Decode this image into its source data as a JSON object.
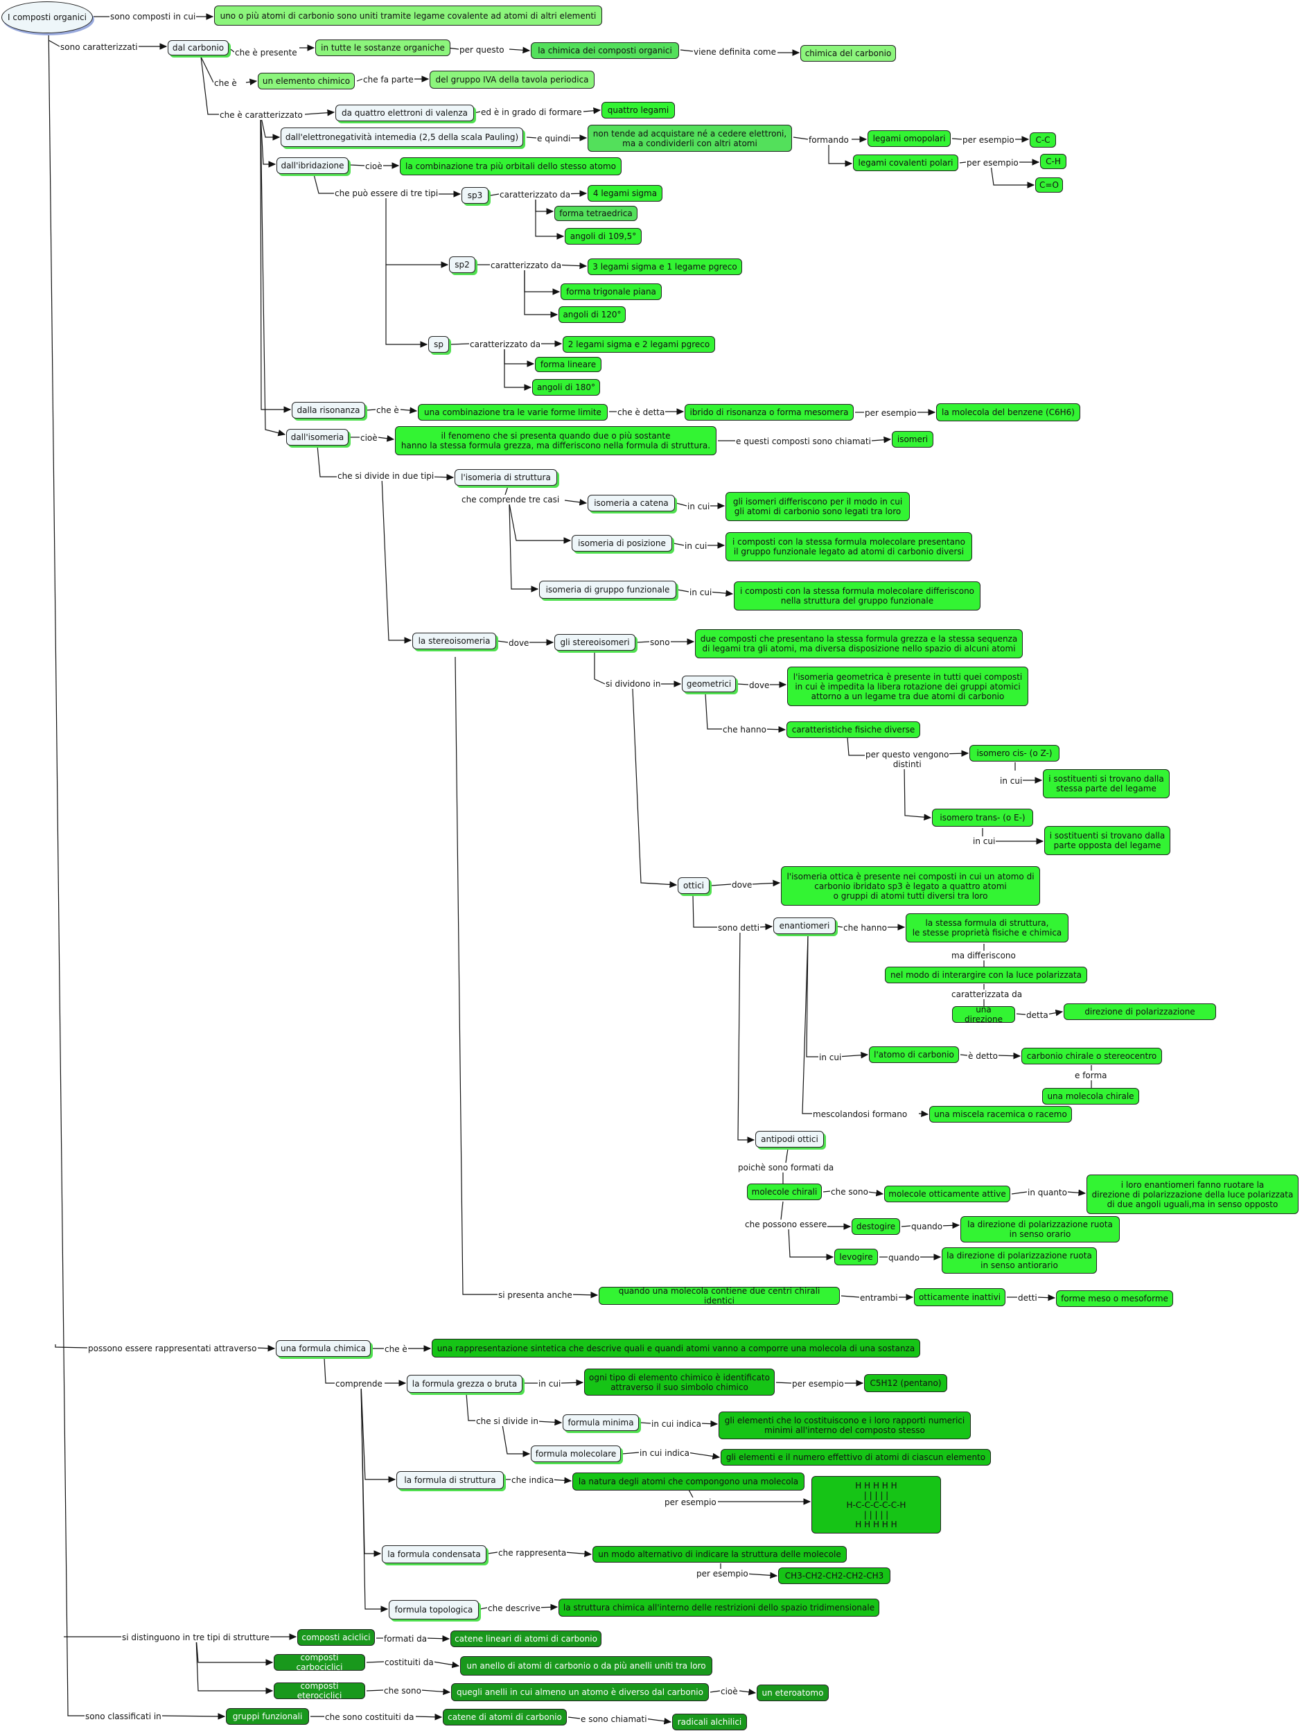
{
  "root": "I composti organici",
  "edges": {
    "e_sono_composti": "sono composti in cui",
    "e_sono_caratterizzati": "sono caratterizzati",
    "e_che_e_presente": "che è presente",
    "e_per_questo": "per questo",
    "e_viene_definita": "viene definita come",
    "e_che_e": "che è",
    "e_che_fa_parte": "che fa parte",
    "e_che_e_caratterizzato": "che è caratterizzato",
    "e_ed_e_in_grado": "ed è in grado di formare",
    "e_e_quindi": "e quindi",
    "e_formando": "formando",
    "e_per_esempio_1": "per esempio",
    "e_per_esempio_2": "per esempio",
    "e_cioe_1": "cioè",
    "e_tre_tipi": "che può essere di tre tipi",
    "e_caratt_sp3": "caratterizzato da",
    "e_caratt_sp2": "caratterizzato da",
    "e_caratt_sp": "caratterizzato da",
    "e_che_e_ris": "che è",
    "e_che_e_detta": "che è detta",
    "e_per_esempio_ris": "per esempio",
    "e_cioe_iso": "cioè",
    "e_questi_composti": "e questi composti sono chiamati",
    "e_due_tipi": "che si divide in due tipi",
    "e_tre_casi": "che comprende tre casi",
    "e_in_cui_1": "in cui",
    "e_in_cui_2": "in cui",
    "e_in_cui_3": "in cui",
    "e_dove_1": "dove",
    "e_sono": "sono",
    "e_si_dividono": "si dividono in",
    "e_dove_geo": "dove",
    "e_che_hanno_geo": "che hanno",
    "e_per_questo_distinti": "per questo vengono\ndistinti",
    "e_in_cui_cis": "in cui",
    "e_in_cui_trans": "in cui",
    "e_dove_ott": "dove",
    "e_sono_detti": "sono detti",
    "e_che_hanno_en": "che hanno",
    "e_ma_differiscono": "ma differiscono",
    "e_caratterizzata_da": "caratterizzata da",
    "e_detta": "detta",
    "e_in_cui_en": "in cui",
    "e_e_detto": "è detto",
    "e_e_forma": "e forma",
    "e_mescolandosi": "mescolandosi formano",
    "e_poiche": "poichè sono formati da",
    "e_che_sono": "che sono",
    "e_in_quanto": "in quanto",
    "e_che_possono": "che possono essere",
    "e_quando_1": "quando",
    "e_quando_2": "quando",
    "e_si_presenta": "si presenta anche",
    "e_entrambi": "entrambi",
    "e_detti": "detti",
    "e_possono_rappr": "possono essere rappresentati attraverso",
    "e_che_e_formula": "che è",
    "e_comprende": "comprende",
    "e_in_cui_grezza": "in cui",
    "e_per_esempio_grezza": "per esempio",
    "e_che_si_divide": "che si divide in",
    "e_in_cui_indica_1": "in cui indica",
    "e_in_cui_indica_2": "in cui indica",
    "e_che_indica": "che indica",
    "e_per_esempio_str": "per esempio",
    "e_che_rappresenta": "che rappresenta",
    "e_per_esempio_cond": "per esempio",
    "e_che_descrive": "che descrive",
    "e_si_distinguono": "si distinguono in tre tipi di strutture",
    "e_formati_da": "formati da",
    "e_costituiti_da": "costituiti da",
    "e_che_sono_et": "che sono",
    "e_cioe_et": "cioè",
    "e_sono_classificati": "sono classificati in",
    "e_che_sono_costituiti": "che sono costituiti da",
    "e_e_sono_chiamati": "e sono chiamati"
  },
  "nodes": {
    "n_atomi_carbonio": "uno o più atomi di carbonio sono uniti tramite legame covalente ad atomi di altri elementi",
    "n_dal_carbonio": "dal carbonio",
    "n_tutte_sostanze": "in tutte le sostanze organiche",
    "n_chimica_composti": "la chimica dei composti organici",
    "n_chimica_carbonio": "chimica del carbonio",
    "n_elemento_chimico": "un elemento chimico",
    "n_gruppo_iva": "del gruppo IVA della tavola periodica",
    "n_quattro_elettroni": "da quattro elettroni di valenza",
    "n_quattro_legami": "quattro legami",
    "n_elettronegativita": "dall'elettronegatività intemedia (2,5 della scala Pauling)",
    "n_non_tende": "non tende ad acquistare né a cedere elettroni,\nma a condividerli con altri atomi",
    "n_legami_omopolari": "legami omopolari",
    "n_cc": "C-C",
    "n_legami_polari": "legami covalenti polari",
    "n_ch": "C-H",
    "n_co": "C=O",
    "n_ibridazione": "dall'ibridazione",
    "n_combinazione_orbitali": "la combinazione tra più orbitali dello stesso atomo",
    "n_sp3": "sp3",
    "n_sp3_sigma": "4 legami sigma",
    "n_sp3_forma": "forma tetraedrica",
    "n_sp3_angoli": "angoli di 109,5°",
    "n_sp2": "sp2",
    "n_sp2_sigma": "3 legami sigma e 1 legame pgreco",
    "n_sp2_forma": "forma trigonale piana",
    "n_sp2_angoli": "angoli di 120°",
    "n_sp": "sp",
    "n_sp_sigma": "2 legami sigma e 2 legami pgreco",
    "n_sp_forma": "forma lineare",
    "n_sp_angoli": "angoli di 180°",
    "n_risonanza": "dalla risonanza",
    "n_combinazione_forme": "una combinazione tra le varie forme limite",
    "n_ibrido": "ibrido di risonanza o forma mesomera",
    "n_benzene": "la molecola del benzene (C6H6)",
    "n_isomeria": "dall'isomeria",
    "n_fenomeno": "il fenomeno che si presenta quando due o più sostante\nhanno la stessa formula grezza, ma differiscono nella formula di struttura.",
    "n_isomeri": "isomeri",
    "n_isomeria_struttura": "l'isomeria di struttura",
    "n_isomeria_catena": "isomeria a catena",
    "n_catena_desc": "gli isomeri differiscono per il modo in cui\ngli atomi di carbonio sono legati tra loro",
    "n_isomeria_posizione": "isomeria di posizione",
    "n_posizione_desc": "i composti con la stessa formula molecolare presentano\nil gruppo funzionale legato ad atomi di carbonio diversi",
    "n_isomeria_gruppo": "isomeria di gruppo funzionale",
    "n_gruppo_desc": "i composti con la stessa formula molecolare differiscono\nnella struttura del gruppo funzionale",
    "n_stereoisomeria": "la stereoisomeria",
    "n_stereoisomeri": "gli stereoisomeri",
    "n_stereo_desc": "due composti che presentano la stessa formula grezza e la stessa sequenza\ndi legami tra gli atomi, ma diversa disposizione nello spazio di alcuni atomi",
    "n_geometrici": "geometrici",
    "n_geo_desc": "l'isomeria geometrica è presente in tutti quei composti\nin cui è impedita la libera rotazione dei gruppi atomici\nattorno a un legame tra due atomi di carbonio",
    "n_caratteristiche": "caratteristiche fisiche diverse",
    "n_cis": "isomero cis- (o Z-)",
    "n_cis_desc": "i sostituenti si trovano dalla\nstessa parte del legame",
    "n_trans": "isomero trans- (o E-)",
    "n_trans_desc": "i sostituenti si trovano dalla\nparte opposta del legame",
    "n_ottici": "ottici",
    "n_ott_desc": "l'isomeria ottica è presente nei composti in cui un atomo di\ncarbonio ibridato sp3 è legato a quattro atomi\no gruppi di atomi tutti diversi tra loro",
    "n_enantiomeri": "enantiomeri",
    "n_stessa_formula": "la stessa formula di struttura,\nle stesse proprietà fisiche e chimica",
    "n_luce_polarizzata": "nel modo di interargire con la luce polarizzata",
    "n_direzione": "una direzione",
    "n_direzione_pol": "direzione di polarizzazione",
    "n_atomo_carbonio": "l'atomo di carbonio",
    "n_carbonio_chirale": "carbonio chirale o stereocentro",
    "n_molecola_chirale": "una molecola chirale",
    "n_miscela": "una miscela racemica o racemo",
    "n_antipodi": "antipodi ottici",
    "n_molecole_chirali": "molecole chirali",
    "n_otticamente_attive": "molecole otticamente attive",
    "n_ruotare": "i loro enantiomeri fanno ruotare la\ndirezione di polarizzazione della luce polarizzata\ndi due angoli uguali,ma in senso opposto",
    "n_destogire": "destogire",
    "n_orario": "la direzione di polarizzazione ruota\nin senso orario",
    "n_levogire": "levogire",
    "n_antiorario": "la direzione di polarizzazione ruota\nin senso antiorario",
    "n_due_centri": "quando una molecola contiene due centri chirali identici",
    "n_inattivi": "otticamente inattivi",
    "n_meso": "forme meso o mesoforme",
    "n_formula_chimica": "una formula chimica",
    "n_rappresentazione": "una rappresentazione sintetica che descrive quali e quandi atomi vanno a comporre una molecola di una sostanza",
    "n_grezza": "la formula grezza o bruta",
    "n_simbolo": "ogni tipo di elemento chimico è identificato\nattraverso il suo simbolo chimico",
    "n_c5h12": "C5H12 (pentano)",
    "n_minima": "formula minima",
    "n_minima_desc": "gli elementi che lo costituiscono e i loro rapporti numerici\nminimi all'interno del composto stesso",
    "n_molecolare": "formula molecolare",
    "n_molecolare_desc": "gli elementi e il numero effettivo di atomi di ciascun elemento",
    "n_struttura": "la formula di struttura",
    "n_natura": "la natura degli atomi che compongono una molecola",
    "n_struttura_esempio": "H H H H H\n|  |  |  |  |\nH-C-C-C-C-C-H\n|  |  |  |  |\nH H H H H",
    "n_condensata": "la formula condensata",
    "n_modo_alternativo": "un modo alternativo di indicare la struttura delle molecole",
    "n_condensata_esempio": "CH3-CH2-CH2-CH2-CH3",
    "n_topologica": "formula topologica",
    "n_struttura_chimica": "la struttura chimica all'interno delle restrizioni dello spazio tridimensionale",
    "n_aciclici": "composti aciclici",
    "n_catene_lineari": "catene lineari di atomi di carbonio",
    "n_carbociclici": "composti carbociclici",
    "n_anello": "un anello di atomi di carbonio o da più anelli uniti tra loro",
    "n_eterociclici": "composti eterociclici",
    "n_anelli_atomo": "quegli anelli in cui almeno un atomo è diverso dal carbonio",
    "n_eteroatomo": "un eteroatomo",
    "n_gruppi_funzionali": "gruppi funzionali",
    "n_catene_atomi": "catene di atomi di carbonio",
    "n_radicali": "radicali alchilici"
  },
  "colors": {
    "center": "#eef6f9",
    "green_light": "#8cf57c",
    "green_mid": "#53e05b",
    "green_bright": "#33f433",
    "green_deep": "#16c416",
    "green_dark": "#19981c"
  }
}
